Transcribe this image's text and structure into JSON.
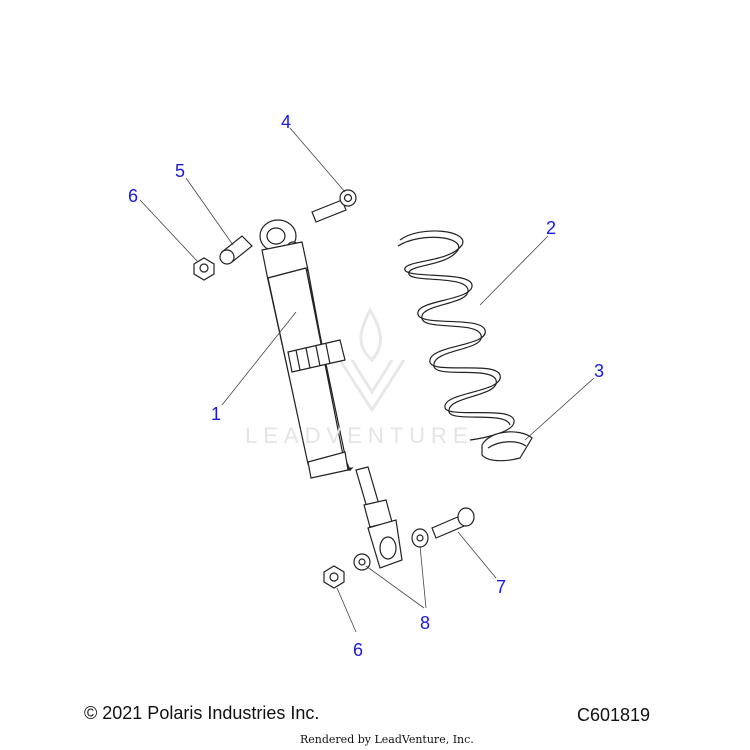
{
  "callouts": {
    "c1": "1",
    "c2": "2",
    "c3": "3",
    "c4": "4",
    "c5": "5",
    "c6_top": "6",
    "c6_bottom": "6",
    "c7": "7",
    "c8": "8"
  },
  "watermark": "LEADVENTURE",
  "footer": {
    "copyright": "© 2021 Polaris Industries Inc.",
    "diagram_code": "C601819",
    "rendered_by": "Rendered by LeadVenture, Inc."
  },
  "colors": {
    "callout": "#1a1ad6",
    "line_art": "#222222",
    "watermark": "#e4e4e4"
  }
}
